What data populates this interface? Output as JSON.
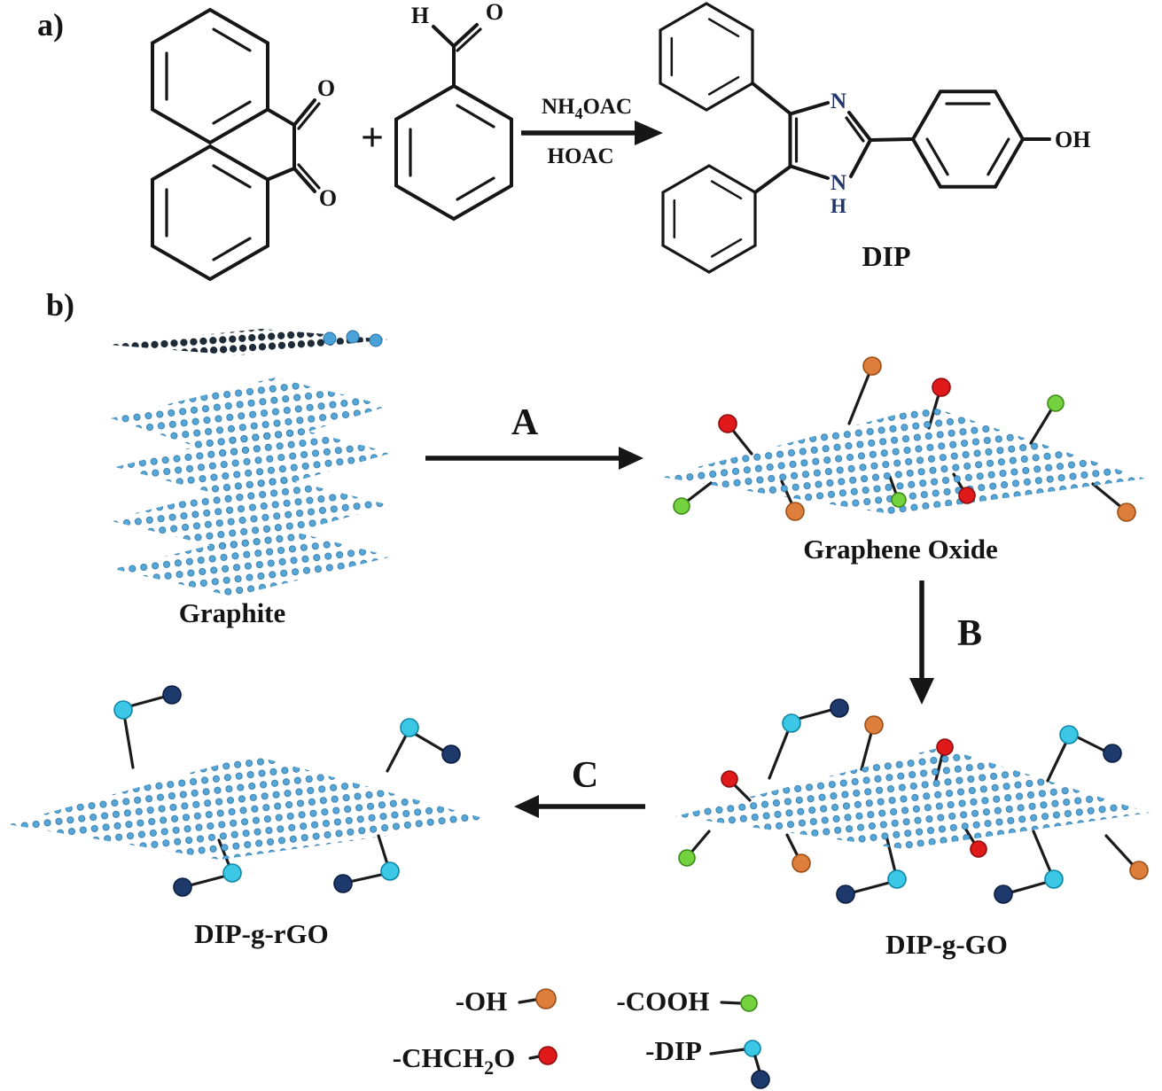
{
  "panel_a": {
    "label": "a)",
    "plus": "+",
    "benzil": {
      "o_top": "O",
      "o_bottom": "O"
    },
    "benzaldehyde": {
      "h": "H",
      "o": "O"
    },
    "reaction": {
      "reagent1_parts": [
        "NH",
        "4",
        "OAC"
      ],
      "reagent2": "HOAC"
    },
    "product": {
      "n3": "N",
      "n1": "N",
      "n1_h": "H",
      "oh": "OH",
      "name": "DIP"
    }
  },
  "panel_b": {
    "label": "b)",
    "graphite_label": "Graphite",
    "graphene_oxide_label": "Graphene Oxide",
    "dip_g_go_label": "DIP-g-GO",
    "dip_g_rgo_label": "DIP-g-rGO",
    "step_a": "A",
    "step_b": "B",
    "step_c": "C"
  },
  "legend": {
    "oh_label": "-OH",
    "cooh_label": "-COOH",
    "chch2o_parts": [
      "-CHCH",
      "2",
      "O"
    ],
    "dip_label": "-DIP"
  },
  "colors": {
    "oh": "#dd7e3c",
    "epoxy": "#e0191b",
    "cooh": "#74d23f",
    "dip_light": "#3cc7e6",
    "dip_dark": "#1e3a6d",
    "sheet_dot": "#55a7d9",
    "sheet_dot_dark": "#1d2c3a"
  }
}
